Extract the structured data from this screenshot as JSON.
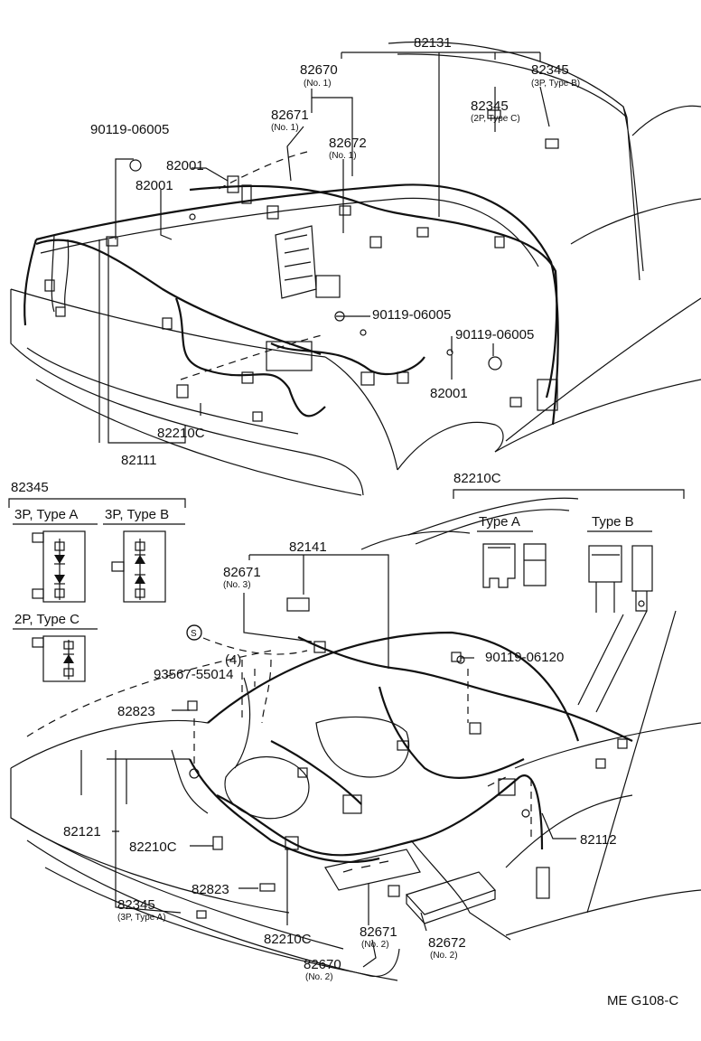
{
  "top": {
    "callouts": {
      "c82131": "82131",
      "c82670": "82670",
      "c82670_sub": "(No. 1)",
      "c82345_b": "82345",
      "c82345_b_sub": "(3P, Type B)",
      "c82345_c": "82345",
      "c82345_c_sub": "(2P, Type C)",
      "c82671": "82671",
      "c82671_sub": "(No. 1)",
      "c82672": "82672",
      "c82672_sub": "(No. 1)",
      "c90119_a": "90119-06005",
      "c82001_a": "82001",
      "c82001_b": "82001",
      "c90119_b": "90119-06005",
      "c90119_c": "90119-06005",
      "c82001_c": "82001",
      "c82210c": "82210C",
      "c82111": "82111"
    }
  },
  "legend": {
    "left_title": "82345",
    "type_a": "3P, Type A",
    "type_b": "3P, Type B",
    "type_c": "2P, Type C",
    "right_title": "82210C",
    "fuse_a": "Type A",
    "fuse_b": "Type B"
  },
  "bottom": {
    "callouts": {
      "c82141": "82141",
      "c82671_3": "82671",
      "c82671_3_sub": "(No. 3)",
      "c_s": "S",
      "c_4": "(4)",
      "c93567": "93567-55014",
      "c90119_06120": "90119-06120",
      "c82823_a": "82823",
      "c82121": "82121",
      "c82210c_a": "82210C",
      "c82823_b": "82823",
      "c82345_a": "82345",
      "c82345_a_sub": "(3P, Type A)",
      "c82210c_b": "82210C",
      "c82671_2": "82671",
      "c82671_2_sub": "(No. 2)",
      "c82672_2": "82672",
      "c82672_2_sub": "(No. 2)",
      "c82670_2": "82670",
      "c82670_2_sub": "(No. 2)",
      "c82112": "82112"
    }
  },
  "footer": {
    "code": "ME G108-C"
  }
}
